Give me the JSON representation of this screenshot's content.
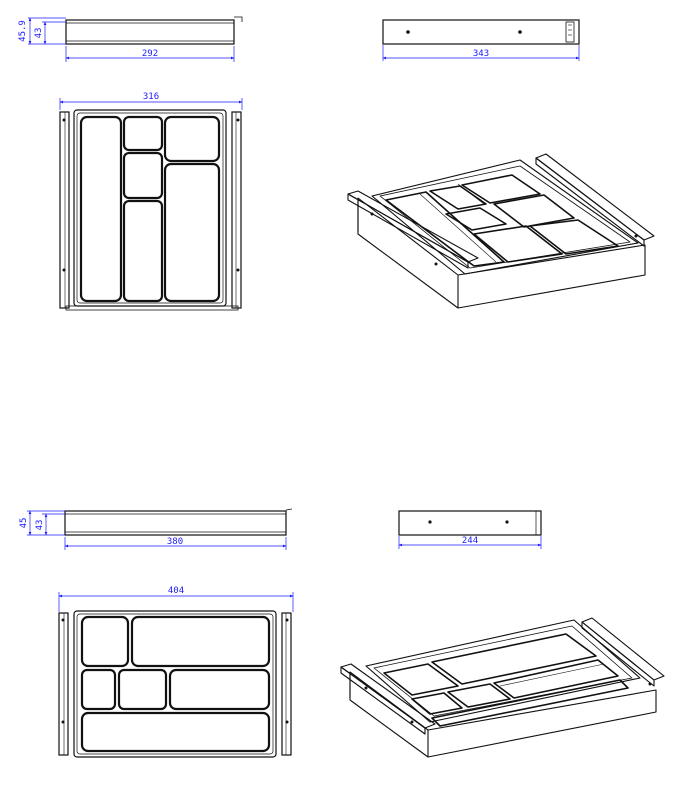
{
  "colors": {
    "dimension": "#1a1aff",
    "outline": "#111111",
    "background": "#ffffff"
  },
  "drawer1": {
    "side_height_outer": "45.9",
    "side_height_inner": "43",
    "side_length": "292",
    "front_width": "343",
    "top_width": "316"
  },
  "drawer2": {
    "side_height_outer": "45",
    "side_height_inner": "43",
    "side_length": "380",
    "front_width": "244",
    "top_width": "404"
  }
}
